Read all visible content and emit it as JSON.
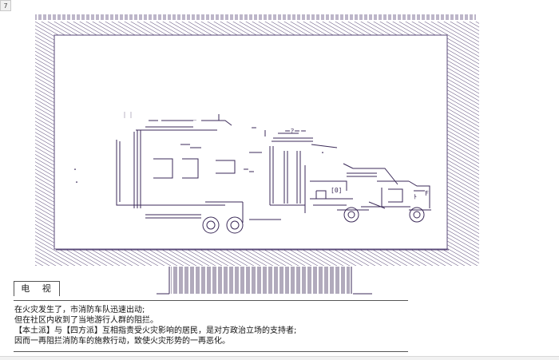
{
  "viewer": {
    "page_number": "7"
  },
  "dialog": {
    "speaker": "电  视",
    "lines": [
      "在火灾发生了，市消防车队迅速出动;",
      "但在社区内收到了当地游行人群的阻拦。",
      "【本土派】与【四方派】互相指责受火灾影响的居民，是对方政治立场的支持者;",
      "因而一再阻拦消防车的施救行动，致使火灾形势的一再恶化。"
    ]
  },
  "colors": {
    "art": "#3b2a58",
    "frame": "#5a4a78",
    "text": "#111111"
  },
  "icons": {
    "art": "fire-truck-ascii-art-icon"
  }
}
